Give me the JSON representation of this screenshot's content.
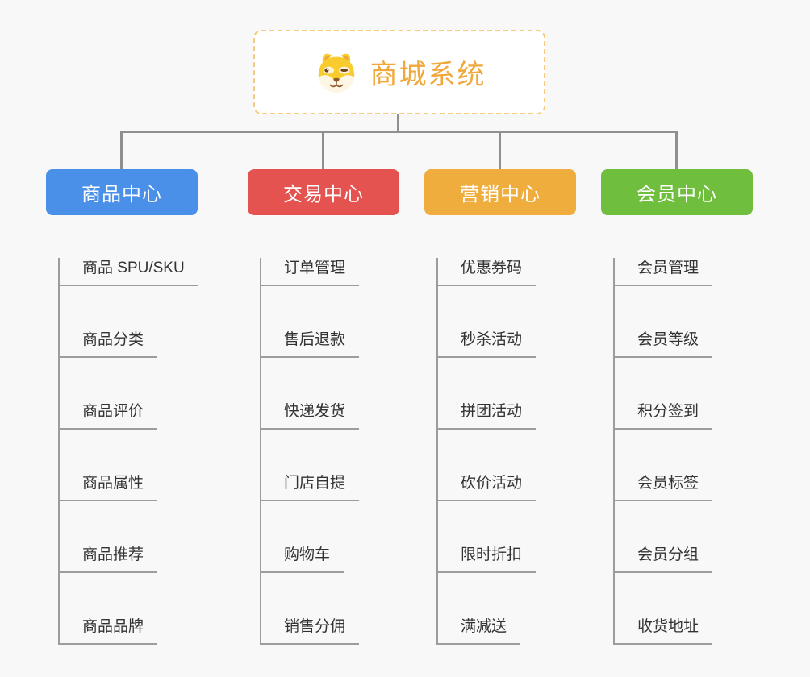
{
  "page": {
    "background": "#f8f8f8",
    "connector_color": "#8f8f8f"
  },
  "root": {
    "title": "商城系统",
    "icon": "dog-face-icon",
    "title_color": "#F0A73C",
    "border_color": "#F7CA7E"
  },
  "branches": [
    {
      "label": "商品中心",
      "color": "#4A90E8",
      "items": [
        "商品 SPU/SKU",
        "商品分类",
        "商品评价",
        "商品属性",
        "商品推荐",
        "商品品牌"
      ]
    },
    {
      "label": "交易中心",
      "color": "#E4534F",
      "items": [
        "订单管理",
        "售后退款",
        "快递发货",
        "门店自提",
        "购物车",
        "销售分佣"
      ]
    },
    {
      "label": "营销中心",
      "color": "#EFAD3E",
      "items": [
        "优惠券码",
        "秒杀活动",
        "拼团活动",
        "砍价活动",
        "限时折扣",
        "满减送"
      ]
    },
    {
      "label": "会员中心",
      "color": "#6FBE3E",
      "items": [
        "会员管理",
        "会员等级",
        "积分签到",
        "会员标签",
        "会员分组",
        "收货地址"
      ]
    }
  ]
}
